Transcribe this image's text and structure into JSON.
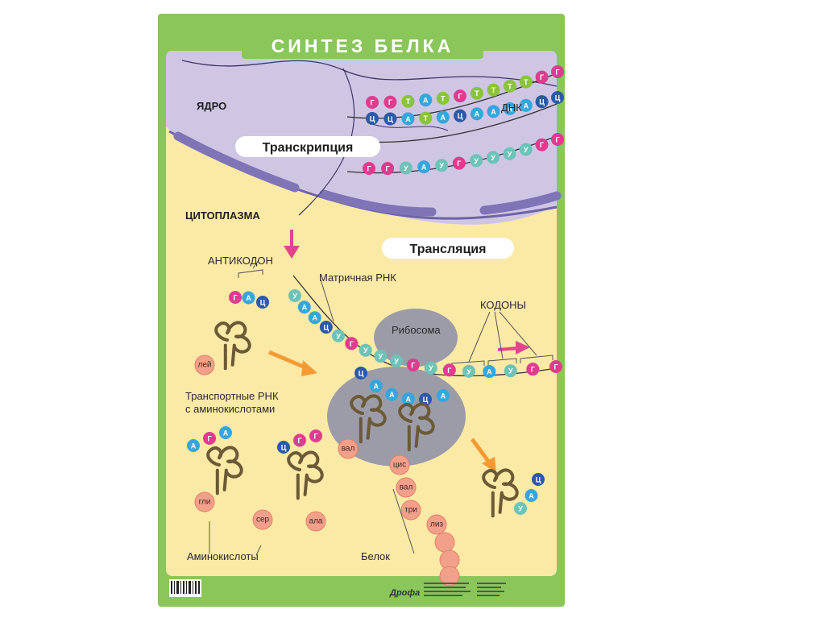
{
  "title": "СИНТЕЗ БЕЛКА",
  "labels": {
    "nucleus": "ЯДРО",
    "dna": "ДНК",
    "transcription": "Транскрипция",
    "cytoplasm": "ЦИТОПЛАЗМА",
    "translation": "Трансляция",
    "anticodon": "АНТИКОДОН",
    "mrna": "Матричная РНК",
    "codons": "КОДОНЫ",
    "ribosome": "Рибосома",
    "trna_line1": "Транспортные РНК",
    "trna_line2": "с аминокислотами",
    "amino_acids": "Аминокислоты",
    "protein": "Белок",
    "publisher": "Дрофа"
  },
  "sequences": {
    "dna_top": [
      "Г",
      "Г",
      "Т",
      "А",
      "Т",
      "Г",
      "Т",
      "Т",
      "Т",
      "Т",
      "Г",
      "Г"
    ],
    "dna_bottom": [
      "Ц",
      "Ц",
      "А",
      "Т",
      "А",
      "Ц",
      "А",
      "А",
      "А",
      "А",
      "Ц",
      "Ц"
    ],
    "mrna_nucleus": [
      "Г",
      "Г",
      "У",
      "А",
      "У",
      "Г",
      "У",
      "У",
      "У",
      "У",
      "Г",
      "Г"
    ],
    "mrna_cytoplasm": [
      "У",
      "А",
      "А",
      "Ц",
      "У",
      "Г",
      "У",
      "У",
      "У",
      "Г",
      "У",
      "Г",
      "У",
      "А",
      "У",
      "Г",
      "Г"
    ],
    "ribosome_anticodons": [
      "Ц",
      "А",
      "А",
      "А",
      "Ц",
      "А"
    ]
  },
  "amino_acids": [
    "лей",
    "гли",
    "сер",
    "ала",
    "вал",
    "цис",
    "вал",
    "три",
    "лиз"
  ],
  "trna_anticodons": {
    "lei": [
      "Г",
      "А",
      "Ц"
    ],
    "gli": [
      "А",
      "Г",
      "А"
    ],
    "ala": [
      "Ц",
      "Г",
      "Г"
    ],
    "exit": [
      "Ц",
      "А",
      "У"
    ]
  },
  "colors": {
    "frame": "#8ac65a",
    "nucleus": "#cfc6e4",
    "cytoplasm": "#fbe9a6",
    "ribosome": "#9c9ca8",
    "G": "#e03b8f",
    "C": "#2c5aa8",
    "A": "#36a6dc",
    "T": "#8ac43c",
    "U": "#6cc3b7",
    "amino": "#f3a08a"
  }
}
